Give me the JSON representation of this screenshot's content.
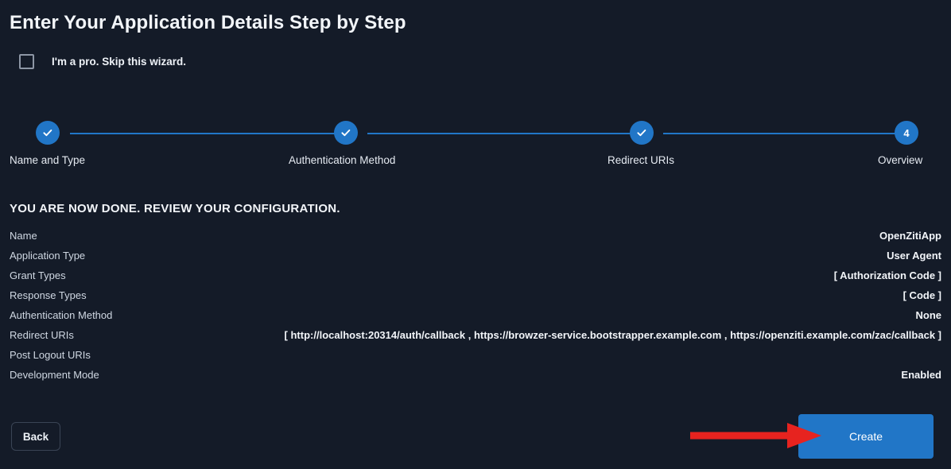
{
  "header": {
    "title": "Enter Your Application Details Step by Step"
  },
  "skip": {
    "label": "I'm a pro. Skip this wizard.",
    "checked": false
  },
  "stepper": {
    "accent_color": "#2176c7",
    "steps": [
      {
        "label": "Name and Type",
        "state": "done",
        "marker": "check"
      },
      {
        "label": "Authentication Method",
        "state": "done",
        "marker": "check"
      },
      {
        "label": "Redirect URIs",
        "state": "done",
        "marker": "check"
      },
      {
        "label": "Overview",
        "state": "current",
        "marker": "4"
      }
    ]
  },
  "review": {
    "heading": "YOU ARE NOW DONE. REVIEW YOUR CONFIGURATION.",
    "rows": [
      {
        "label": "Name",
        "value": "OpenZitiApp"
      },
      {
        "label": "Application Type",
        "value": "User Agent"
      },
      {
        "label": "Grant Types",
        "value": "[ Authorization Code ]"
      },
      {
        "label": "Response Types",
        "value": "[ Code ]"
      },
      {
        "label": "Authentication Method",
        "value": "None"
      },
      {
        "label": "Redirect URIs",
        "value": "[ http://localhost:20314/auth/callback , https://browzer-service.bootstrapper.example.com , https://openziti.example.com/zac/callback ]"
      },
      {
        "label": "Post Logout URIs",
        "value": ""
      },
      {
        "label": "Development Mode",
        "value": "Enabled"
      }
    ]
  },
  "footer": {
    "back_label": "Back",
    "create_label": "Create",
    "create_color": "#2176c7"
  },
  "annotation": {
    "arrow_color": "#e7231f",
    "points_to": "create-button"
  },
  "theme": {
    "background": "#141b28",
    "text": "#f2f5f9",
    "muted_text": "#cfd7e2",
    "accent": "#2176c7",
    "border": "#3a4455"
  }
}
